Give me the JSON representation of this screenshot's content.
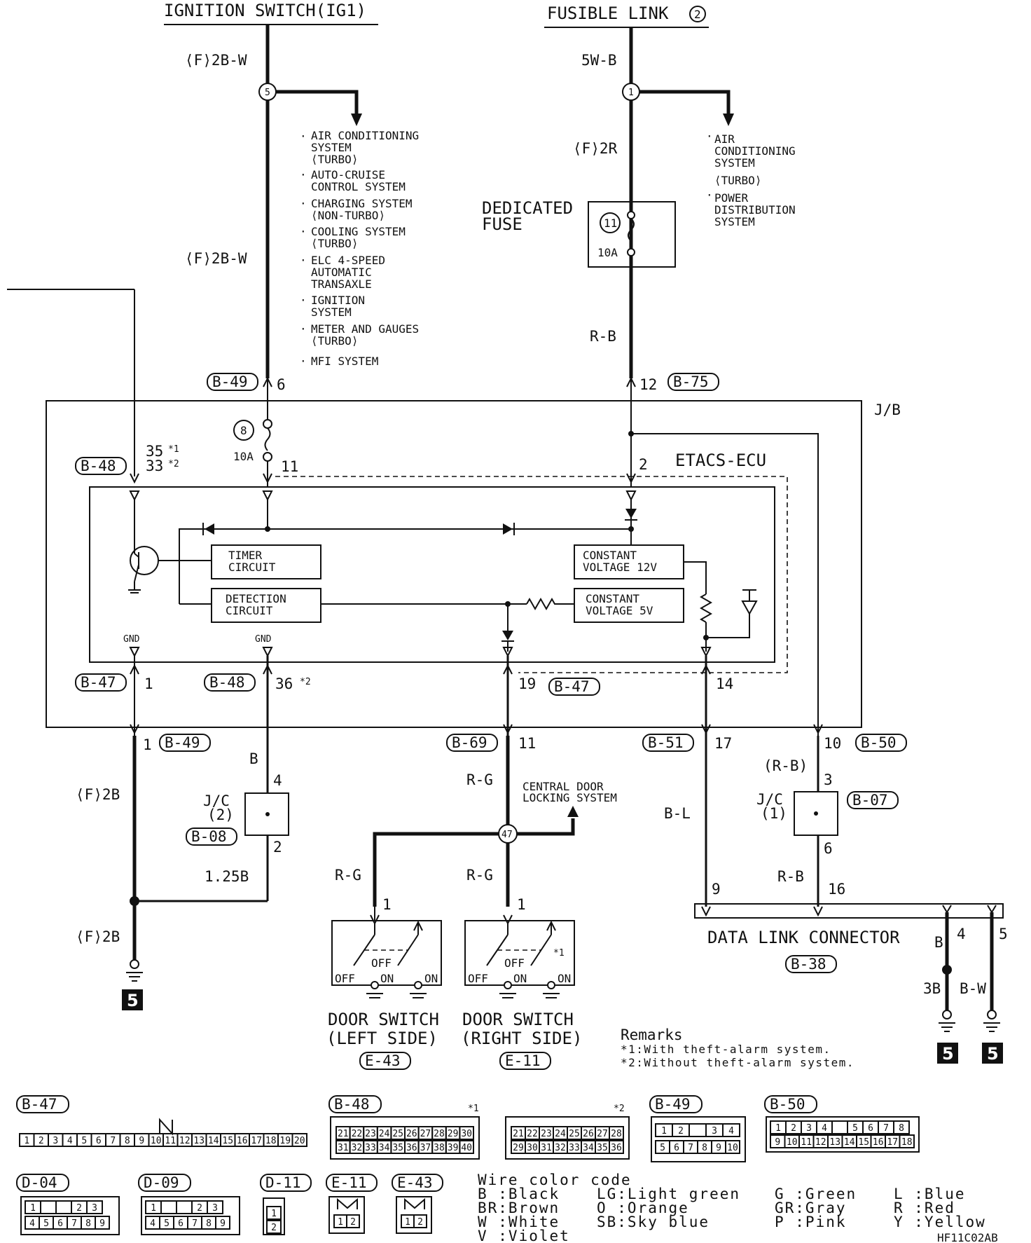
{
  "sources": {
    "ignition": "IGNITION SWITCH(IG1)",
    "fusible": "FUSIBLE LINK",
    "fusible_num": "2"
  },
  "wires": {
    "f2bw_top": "⟨F⟩2B-W",
    "f2bw_mid": "⟨F⟩2B-W",
    "w5b": "5W-B",
    "f2r": "⟨F⟩2R",
    "rb": "R-B",
    "b": "B",
    "f2b_1": "⟨F⟩2B",
    "f2b_2": "⟨F⟩2B",
    "b125": "1.25B",
    "rg_1": "R-G",
    "rg_2": "R-G",
    "rg_3": "R-G",
    "bl": "B-L",
    "rb_paren": "(R-B)",
    "rb_2": "R-B",
    "b_dlc": "B",
    "b3": "3B",
    "bw": "B-W"
  },
  "splices": {
    "s5": "5",
    "s1": "1",
    "s47": "47"
  },
  "system_list_left": [
    "AIR CONDITIONING",
    "SYSTEM",
    "⟨TURBO⟩",
    "AUTO-CRUISE",
    "CONTROL SYSTEM",
    "CHARGING SYSTEM",
    "⟨NON-TURBO⟩",
    "COOLING SYSTEM",
    "⟨TURBO⟩",
    "ELC 4-SPEED",
    "AUTOMATIC",
    "TRANSAXLE",
    "IGNITION",
    "SYSTEM",
    "METER AND GAUGES",
    "⟨TURBO⟩",
    "MFI SYSTEM"
  ],
  "system_list_right": [
    "AIR",
    "CONDITIONING",
    "SYSTEM",
    "⟨TURBO⟩",
    "POWER",
    "DISTRIBUTION",
    "SYSTEM"
  ],
  "dedicated_fuse": {
    "label_1": "DEDICATED",
    "label_2": "FUSE",
    "num": "11",
    "amp": "10A"
  },
  "jb": {
    "label": "J/B",
    "fuse_num": "8",
    "fuse_amp": "10A",
    "ecu": "ETACS-ECU",
    "timer_1": "TIMER",
    "timer_2": "CIRCUIT",
    "detect_1": "DETECTION",
    "detect_2": "CIRCUIT",
    "cv12_1": "CONSTANT",
    "cv12_2": "VOLTAGE 12V",
    "cv5_1": "CONSTANT",
    "cv5_2": "VOLTAGE 5V",
    "gnd_1": "GND",
    "gnd_2": "GND"
  },
  "connectors": {
    "b49_top": "B-49",
    "b75": "B-75",
    "b48_left": "B-48",
    "b47_left": "B-47",
    "b48_bot": "B-48",
    "b47_mid": "B-47",
    "b49_bot": "B-49",
    "b69": "B-69",
    "b51": "B-51",
    "b50": "B-50",
    "b07": "B-07",
    "b08": "B-08",
    "b38": "B-38",
    "e43": "E-43",
    "e11": "E-11"
  },
  "pins": {
    "p6": "6",
    "p12": "12",
    "p35": "35",
    "p33": "33",
    "p11": "11",
    "p2": "2",
    "p1": "1",
    "p36": "36",
    "p19": "19",
    "p14": "14",
    "p1b": "1",
    "p11b": "11",
    "p17": "17",
    "p10": "10",
    "p4": "4",
    "p2b": "2",
    "p3": "3",
    "p6b": "6",
    "p9": "9",
    "p16": "16",
    "p1_left": "1",
    "p1_right": "1",
    "p4_dlc": "4",
    "p5_dlc": "5",
    "star1": "*1",
    "star2": "*2",
    "star2b": "*2"
  },
  "jc2": {
    "label_1": "J/C",
    "label_2": "(2)"
  },
  "jc1": {
    "label_1": "J/C",
    "label_2": "(1)"
  },
  "central_door": {
    "line_1": "CENTRAL DOOR",
    "line_2": "LOCKING SYSTEM"
  },
  "door_left": {
    "line_1": "DOOR SWITCH",
    "line_2": "(LEFT SIDE)",
    "off": "OFF",
    "on": "ON",
    "off_top": "OFF"
  },
  "door_right": {
    "line_1": "DOOR SWITCH",
    "line_2": "(RIGHT SIDE)",
    "off": "OFF",
    "on": "ON",
    "off_top": "OFF",
    "star": "*1"
  },
  "dlc": {
    "label": "DATA LINK CONNECTOR"
  },
  "ground_ref": "5",
  "remarks": {
    "title": "Remarks",
    "r1": "*1:With theft-alarm system.",
    "r2": "*2:Without theft-alarm system."
  },
  "connector_views": {
    "b47": {
      "label": "B-47",
      "pins": [
        "1",
        "2",
        "3",
        "4",
        "5",
        "6",
        "7",
        "8",
        "9",
        "10",
        "11",
        "12",
        "13",
        "14",
        "15",
        "16",
        "17",
        "18",
        "19",
        "20"
      ]
    },
    "b48a": {
      "label": "B-48",
      "mark": "*1",
      "row1": [
        "21",
        "22",
        "23",
        "24",
        "25",
        "26",
        "27",
        "28",
        "29",
        "30"
      ],
      "row2": [
        "31",
        "32",
        "33",
        "34",
        "35",
        "36",
        "37",
        "38",
        "39",
        "40"
      ]
    },
    "b48b": {
      "mark": "*2",
      "row1": [
        "21",
        "22",
        "23",
        "24",
        "25",
        "26",
        "27",
        "28"
      ],
      "row2": [
        "29",
        "30",
        "31",
        "32",
        "33",
        "34",
        "35",
        "36"
      ]
    },
    "b49": {
      "label": "B-49",
      "row1": [
        "1",
        "2",
        "",
        "3",
        "4"
      ],
      "row2": [
        "5",
        "6",
        "7",
        "8",
        "9",
        "10"
      ]
    },
    "b50": {
      "label": "B-50",
      "row1": [
        "1",
        "2",
        "3",
        "4",
        "",
        "5",
        "6",
        "7",
        "8"
      ],
      "row2": [
        "9",
        "10",
        "11",
        "12",
        "13",
        "14",
        "15",
        "16",
        "17",
        "18"
      ]
    },
    "d04": {
      "label": "D-04",
      "row1": [
        "1",
        "",
        "",
        "2",
        "3"
      ],
      "row2": [
        "4",
        "5",
        "6",
        "7",
        "8",
        "9"
      ]
    },
    "d09": {
      "label": "D-09",
      "row1": [
        "1",
        "",
        "",
        "2",
        "3"
      ],
      "row2": [
        "4",
        "5",
        "6",
        "7",
        "8",
        "9"
      ]
    },
    "d11": {
      "label": "D-11",
      "pins": [
        "1",
        "2"
      ]
    },
    "e11": {
      "label": "E-11",
      "pins": [
        "1",
        "2"
      ]
    },
    "e43": {
      "label": "E-43",
      "pins": [
        "1",
        "2"
      ]
    }
  },
  "wire_colors": {
    "title": "Wire color code",
    "codes": [
      "B :Black",
      "BR:Brown",
      "W :White",
      "V :Violet",
      "LG:Light green",
      "O :Orange",
      "SB:Sky blue",
      "G :Green",
      "GR:Gray",
      "P :Pink",
      "L :Blue",
      "R :Red",
      "Y :Yellow"
    ]
  },
  "figure_id": "HF11C02AB"
}
